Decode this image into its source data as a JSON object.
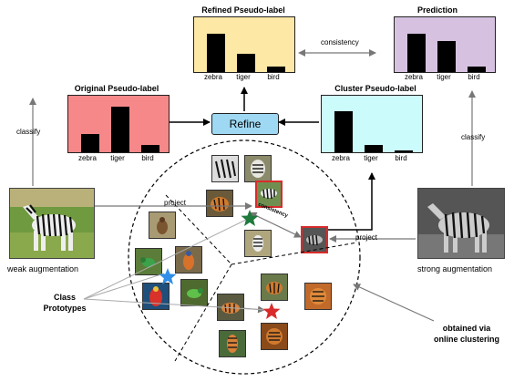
{
  "titles": {
    "refined": "Refined Pseudo-label",
    "prediction": "Prediction",
    "original": "Original Pseudo-label",
    "cluster": "Cluster Pseudo-label"
  },
  "labels": {
    "consistency": "consistency",
    "classify_left": "classify",
    "classify_right": "classify",
    "refine": "Refine",
    "project_top": "project",
    "project_right": "project",
    "inner_consistency": "consistency",
    "weak": "weak augmentation",
    "strong": "strong augmentation",
    "class_prototypes": "Class\nPrototypes",
    "obtained": "obtained via\nonline clustering"
  },
  "categories": [
    "zebra",
    "tiger",
    "bird"
  ],
  "chart_data": [
    {
      "type": "bar",
      "title": "Original Pseudo-label",
      "categories": [
        "zebra",
        "tiger",
        "bird"
      ],
      "values": [
        0.35,
        0.9,
        0.15
      ],
      "ylim": [
        0,
        1
      ]
    },
    {
      "type": "bar",
      "title": "Refined Pseudo-label",
      "categories": [
        "zebra",
        "tiger",
        "bird"
      ],
      "values": [
        0.75,
        0.35,
        0.1
      ],
      "ylim": [
        0,
        1
      ]
    },
    {
      "type": "bar",
      "title": "Cluster Pseudo-label",
      "categories": [
        "zebra",
        "tiger",
        "bird"
      ],
      "values": [
        0.8,
        0.15,
        0.02
      ],
      "ylim": [
        0,
        1
      ]
    },
    {
      "type": "bar",
      "title": "Prediction",
      "categories": [
        "zebra",
        "tiger",
        "bird"
      ],
      "values": [
        0.75,
        0.6,
        0.1
      ],
      "ylim": [
        0,
        1
      ]
    }
  ],
  "colors": {
    "original_fill": "#f7888a",
    "refined_fill": "#fde8a5",
    "cluster_fill": "#ccfbfc",
    "prediction_fill": "#d6c2e0",
    "refine_fill": "#9fd8f2",
    "star_green": "#1f7a3d",
    "star_blue": "#2f8ee8",
    "star_red": "#d92b2b"
  }
}
